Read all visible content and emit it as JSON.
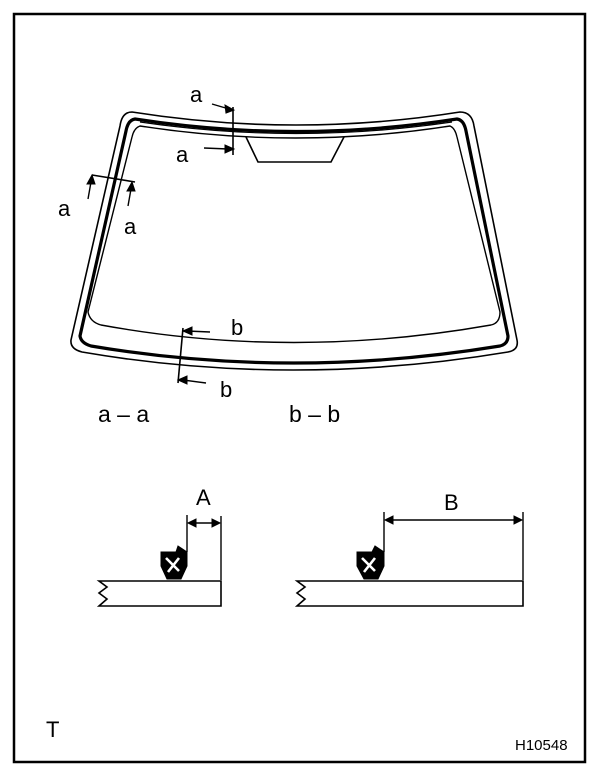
{
  "section_labels": {
    "aa_marks": [
      "a",
      "a",
      "a",
      "a"
    ],
    "bb_marks": [
      "b",
      "b"
    ],
    "section_aa": "a – a",
    "section_bb": "b – b"
  },
  "dimensions": {
    "left": "A",
    "right": "B"
  },
  "corner_mark": "T",
  "figure_code": "H10548",
  "colors": {
    "line": "#000000",
    "background": "#ffffff"
  }
}
